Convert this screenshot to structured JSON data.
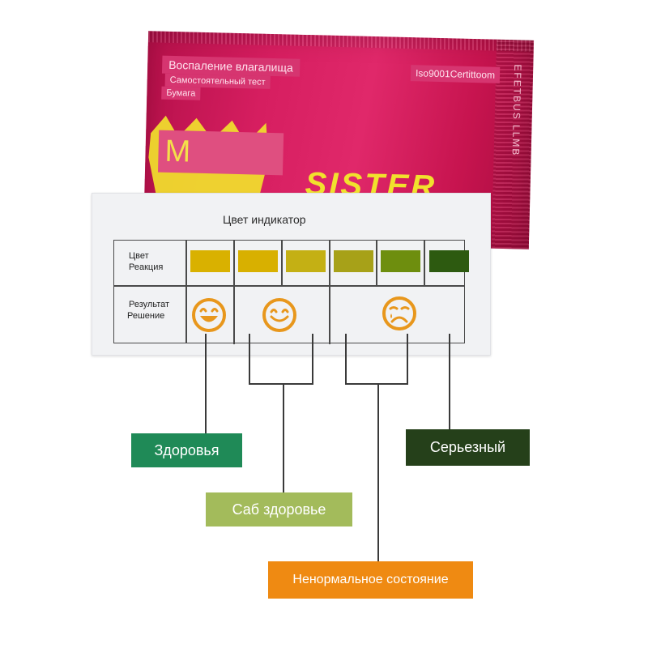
{
  "packet": {
    "line_inflammation": "Воспаление влагалища",
    "line_selftest": "Самостоятельный тест",
    "line_paper": "Бумага",
    "iso_label": "Iso9001Certittoom",
    "size_label": "M",
    "brand": "SISTER",
    "side_text": "EFETBUS LLMB",
    "color": "#d61e60",
    "brand_color": "#f1e12d"
  },
  "card": {
    "title": "Цвет индикатор",
    "row_color_label_1": "Цвет",
    "row_color_label_2": "Реакция",
    "row_result_label_1": "Результат",
    "row_result_label_2": "Решение",
    "swatches": [
      "#d9b100",
      "#d8b000",
      "#c4b014",
      "#a7a118",
      "#6e8e0e",
      "#2d5a10"
    ],
    "faces": [
      {
        "icon": "happy-face-icon",
        "color": "#e8971c"
      },
      {
        "icon": "happy-face-icon",
        "color": "#e8971c"
      },
      {
        "icon": "sad-face-icon",
        "color": "#e8971c"
      }
    ]
  },
  "results": {
    "health": {
      "label": "Здоровья",
      "color": "#1f8a57"
    },
    "sub_health": {
      "label": "Саб здоровье",
      "color": "#a3bb5b"
    },
    "abnormal": {
      "label": "Ненормальное состояние",
      "color": "#ef8a12"
    },
    "serious": {
      "label": "Серьезный",
      "color": "#25401a"
    }
  }
}
